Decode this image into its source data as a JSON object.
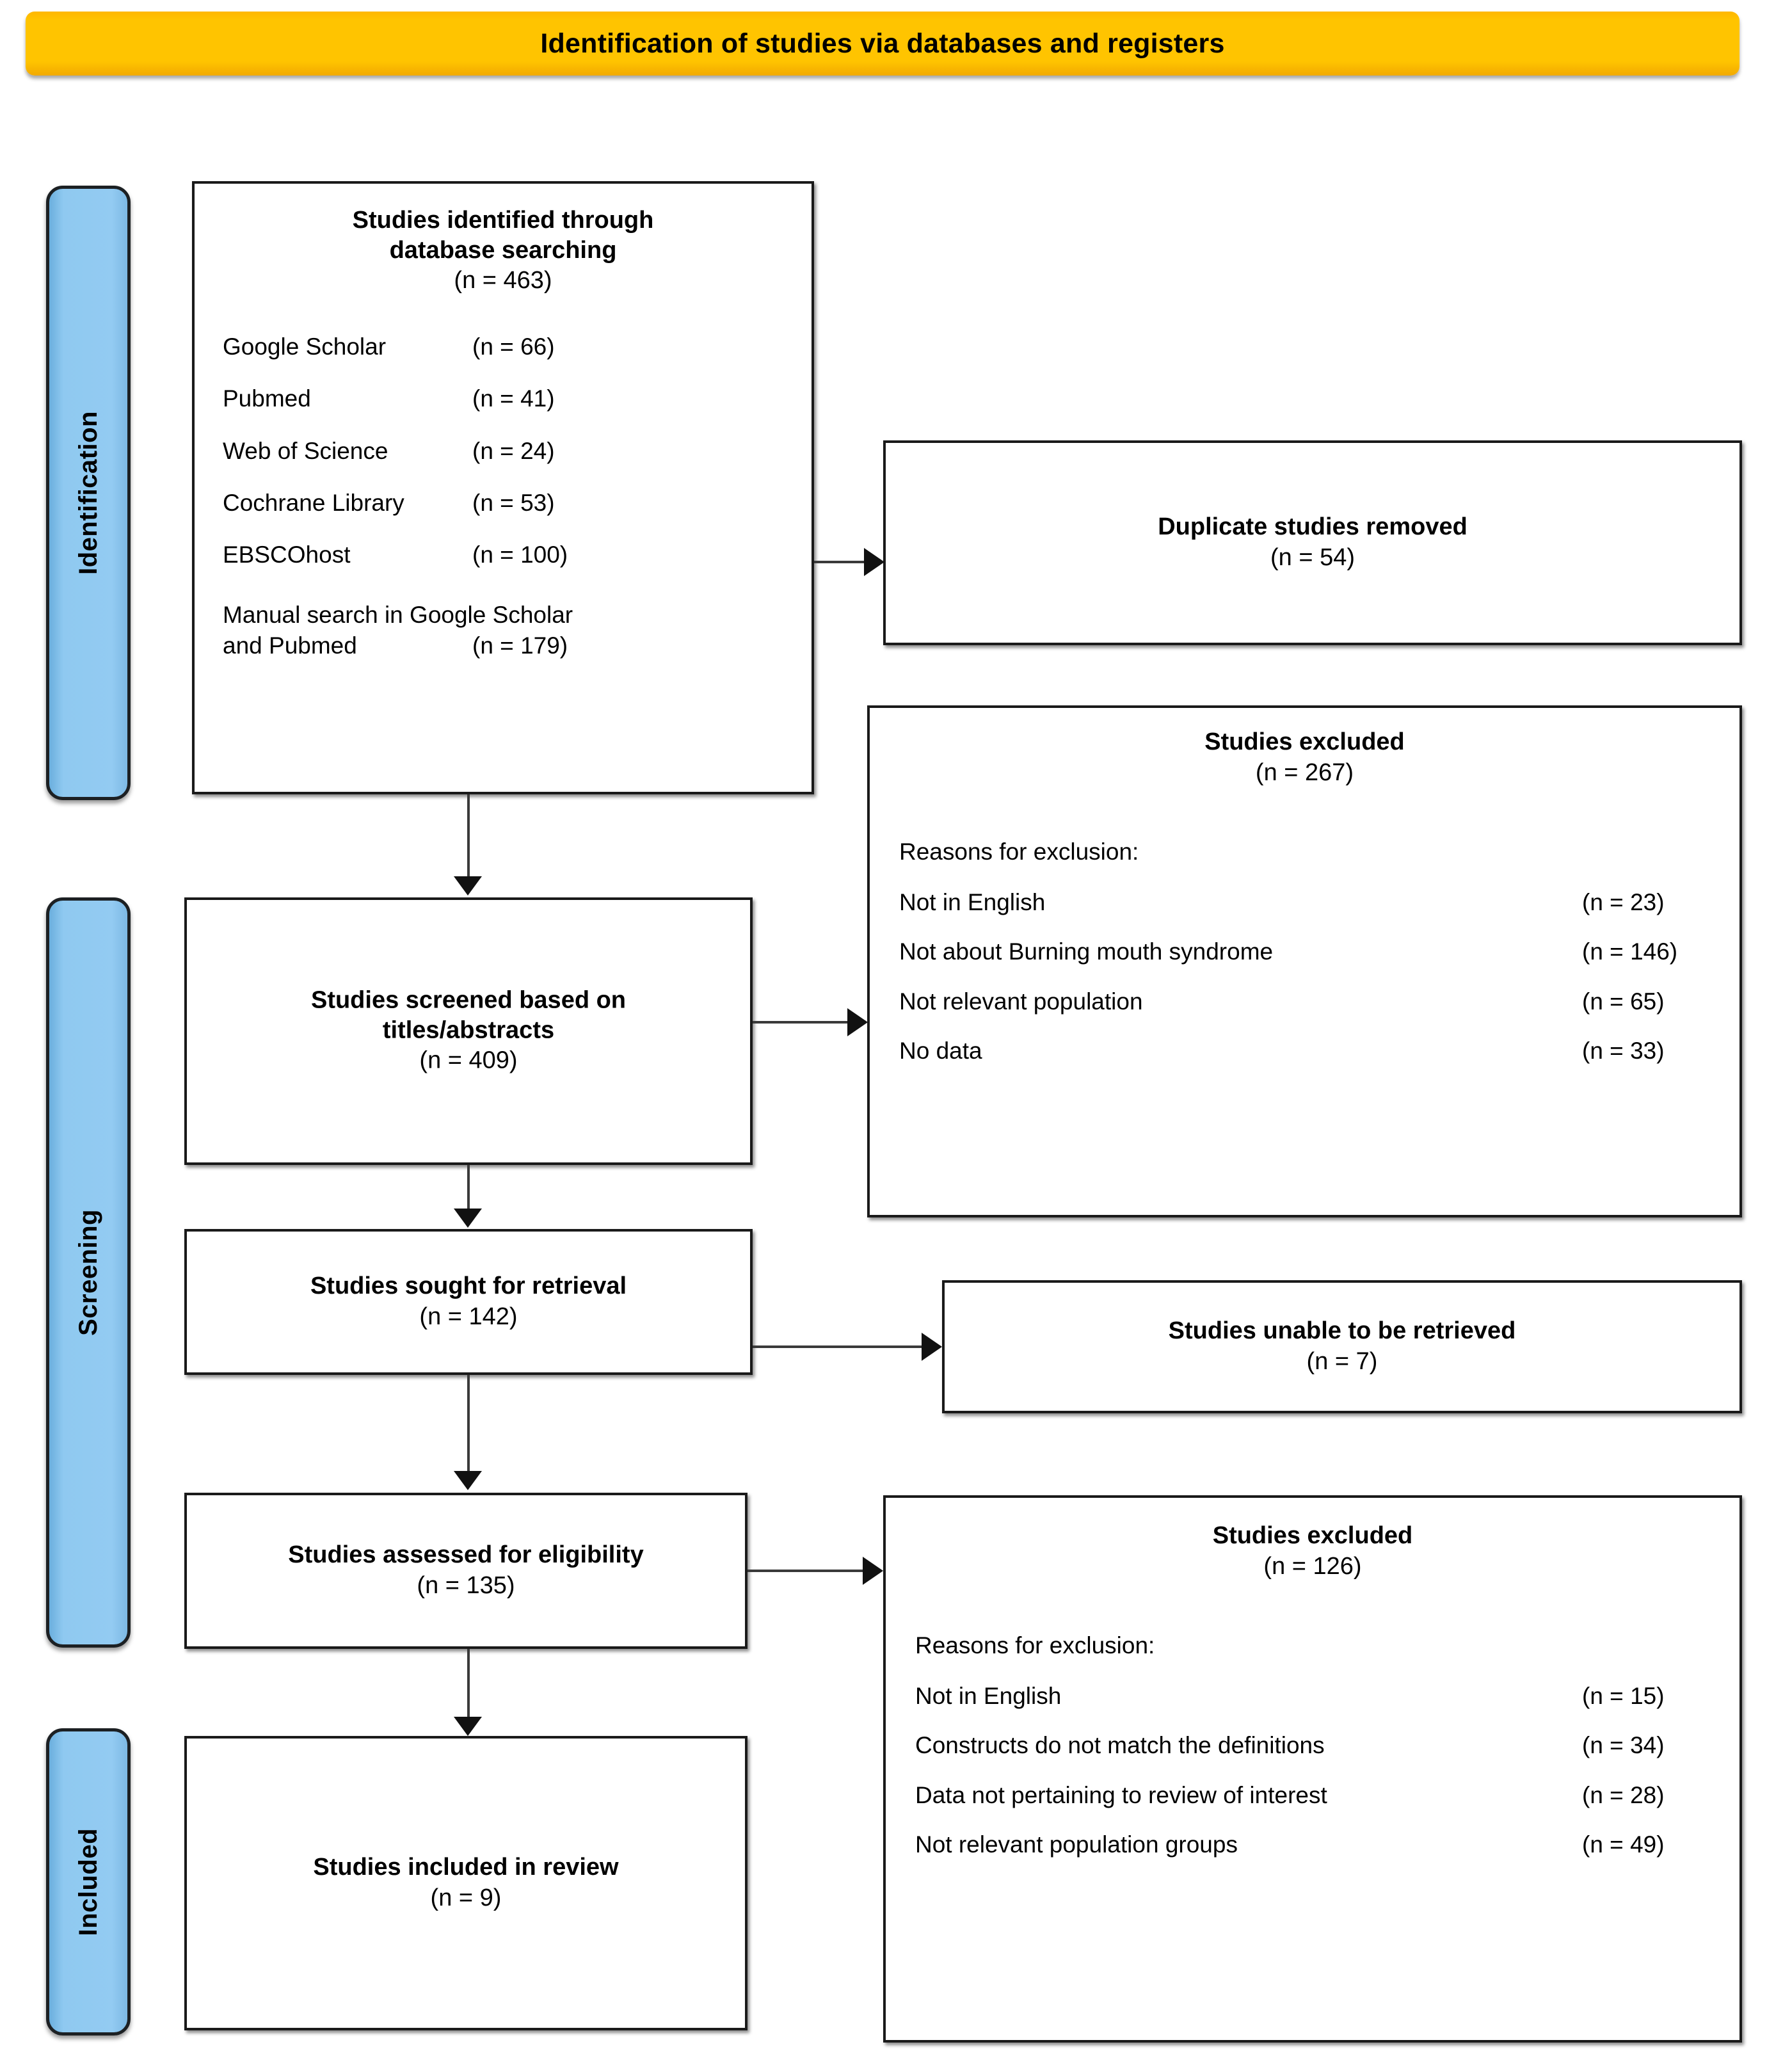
{
  "header": {
    "title": "Identification of studies via databases and registers"
  },
  "stages": [
    {
      "id": "identification",
      "label": "Identification"
    },
    {
      "id": "screening",
      "label": "Screening"
    },
    {
      "id": "included",
      "label": "Included"
    }
  ],
  "boxes": {
    "identified": {
      "heading_line1": "Studies identified through",
      "heading_line2": "database searching",
      "count": "(n = 463)",
      "sources": [
        {
          "label": "Google Scholar",
          "count": "(n = 66)"
        },
        {
          "label": "Pubmed",
          "count": "(n = 41)"
        },
        {
          "label": "Web of Science",
          "count": "(n = 24)"
        },
        {
          "label": "Cochrane Library",
          "count": "(n = 53)"
        },
        {
          "label": "EBSCOhost",
          "count": "(n = 100)"
        }
      ],
      "manual_line1": "Manual search in Google Scholar",
      "manual_line2": "and Pubmed",
      "manual_count": "(n = 179)"
    },
    "duplicates": {
      "heading": "Duplicate studies removed",
      "count": "(n = 54)"
    },
    "excluded_screening": {
      "heading": "Studies excluded",
      "count": "(n = 267)",
      "reasons_title": "Reasons for exclusion:",
      "reasons": [
        {
          "label": "Not in English",
          "count": "(n = 23)"
        },
        {
          "label": "Not about Burning mouth syndrome",
          "count": "(n = 146)"
        },
        {
          "label": "Not relevant population",
          "count": "(n = 65)"
        },
        {
          "label": "No data",
          "count": "(n = 33)"
        }
      ]
    },
    "screened": {
      "heading_line1": "Studies screened based on",
      "heading_line2": "titles/abstracts",
      "count": "(n = 409)"
    },
    "sought": {
      "heading": "Studies sought for retrieval",
      "count": "(n = 142)"
    },
    "unable": {
      "heading": "Studies unable to be retrieved",
      "count": "(n = 7)"
    },
    "assessed": {
      "heading": "Studies assessed for eligibility",
      "count": "(n = 135)"
    },
    "excluded_eligibility": {
      "heading": "Studies excluded",
      "count": "(n = 126)",
      "reasons_title": "Reasons for exclusion:",
      "reasons": [
        {
          "label": "Not in English",
          "count": "(n = 15)"
        },
        {
          "label": "Constructs do not match the definitions",
          "count": "(n = 34)"
        },
        {
          "label": "Data not pertaining to review of interest",
          "count": "(n = 28)"
        },
        {
          "label": "Not relevant population groups",
          "count": "(n = 49)"
        }
      ]
    },
    "included": {
      "heading": "Studies included in review",
      "count": "(n = 9)"
    }
  },
  "colors": {
    "header_banner": "#FFC400",
    "stage_bar": "#8FC9F0",
    "box_border": "#1A1A1A",
    "connector": "#3A3A3A",
    "text": "#000000"
  }
}
